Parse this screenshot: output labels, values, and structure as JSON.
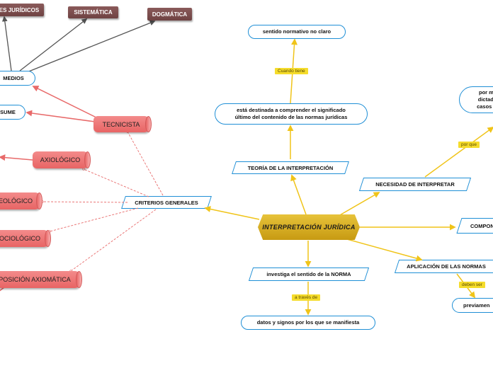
{
  "colors": {
    "center": "#d4a91d",
    "blue_border": "#1f8fd6",
    "yellow_edge": "#f0c419",
    "red_edge": "#e86a6a",
    "brown_box": "#7a4b4b",
    "label_bg": "#f5dc2b"
  },
  "center": {
    "label": "INTERPRETACIÓN JURÍDICA"
  },
  "nodes": {
    "sentido": "sentido normativo no claro",
    "destinada_1": "está destinada a comprender el significado",
    "destinada_2": "último del contenido de las normas jurídicas",
    "teoria": "TEORÍA DE LA INTERPRETACIÓN",
    "necesidad": "NECESIDAD DE INTERPRETAR",
    "por_ma_1": "por má",
    "por_ma_2": "dictada",
    "por_ma_3": "casos q",
    "compon": "COMPON",
    "aplicacion": "APLICACIÓN DE LAS NORMAS",
    "previamen": "previamen",
    "investiga": "investiga el sentido de la NORMA",
    "datos": "datos y signos por los que se manifiesta",
    "criterios": "CRITERIOS GENERALES",
    "tecnicista": "TECNICISTA",
    "medios": "MEDIOS",
    "sume": "SUME",
    "es_juridicos": "ES JURÍDICOS",
    "sistematica": "SISTEMÁTICA",
    "dogmatica": "DOGMÁTICA",
    "axiologico": "AXIOLÓGICO",
    "teologico": "EOLÓGICO",
    "sociologico": "OCIOLÓGICO",
    "axiomatica": "POSICIÓN AXIOMÁTICA"
  },
  "labels": {
    "cuando_tiene": "Cuando tiene",
    "por_que": "por que",
    "deben_ser": "deben ser",
    "a_traves_de": "a través de"
  }
}
